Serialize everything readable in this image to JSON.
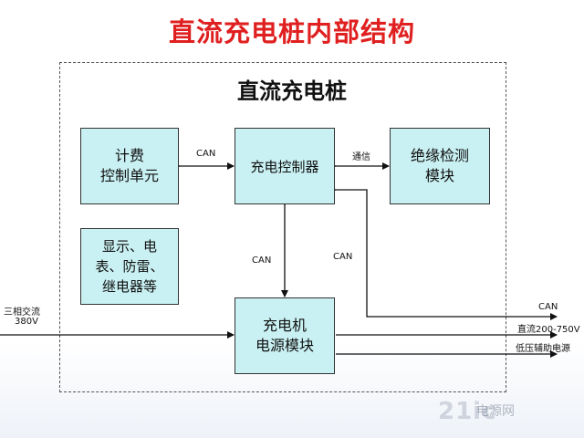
{
  "title": "直流充电桩内部结构",
  "subtitle": "直流充电桩",
  "boxes": {
    "billing": "计费\n控制单元",
    "controller": "充电控制器",
    "insulation": "绝缘检测\n模块",
    "display": "显示、电\n表、防雷、\n继电器等",
    "power": "充电机\n电源模块"
  },
  "edge_labels": {
    "can_billing_controller": "CAN",
    "comm_controller_insulation": "通信",
    "can_controller_power": "CAN",
    "can_external_loop": "CAN"
  },
  "inputs": {
    "ac_line1": "三相交流",
    "ac_line2": "380V"
  },
  "outputs": {
    "can": "CAN",
    "dc": "直流200-750V",
    "aux": "低压辅助电源"
  },
  "watermark": {
    "logo_text": "21ic",
    "site_text": "电源网"
  },
  "colors": {
    "title": "#e02020",
    "box_fill": "#c9f0f2",
    "line": "#111111"
  }
}
